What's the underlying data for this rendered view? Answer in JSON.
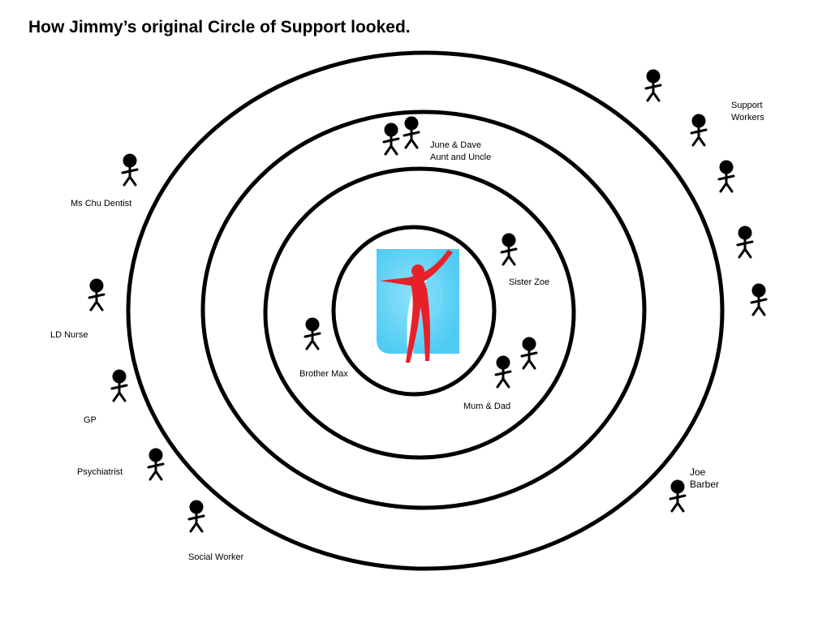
{
  "title": "How Jimmy’s original Circle of Support looked.",
  "colors": {
    "rings": "#000000",
    "figures": "#000000",
    "center_bg": "#5ad0f5",
    "center_person": "#e8202a"
  },
  "center": {
    "icon": "person-reaching-icon"
  },
  "labels": {
    "june_dave_1": "June & Dave",
    "june_dave_2": "Aunt and Uncle",
    "sister_zoe": "Sister Zoe",
    "brother_max": "Brother Max",
    "mum_dad": "Mum & Dad",
    "ms_chu": "Ms Chu Dentist",
    "ld_nurse": "LD Nurse",
    "gp": "GP",
    "psychiatrist": "Psychiatrist",
    "social_worker": "Social Worker",
    "support_workers_1": "Support",
    "support_workers_2": "Workers",
    "joe_barber_1": "Joe",
    "joe_barber_2": "Barber"
  }
}
